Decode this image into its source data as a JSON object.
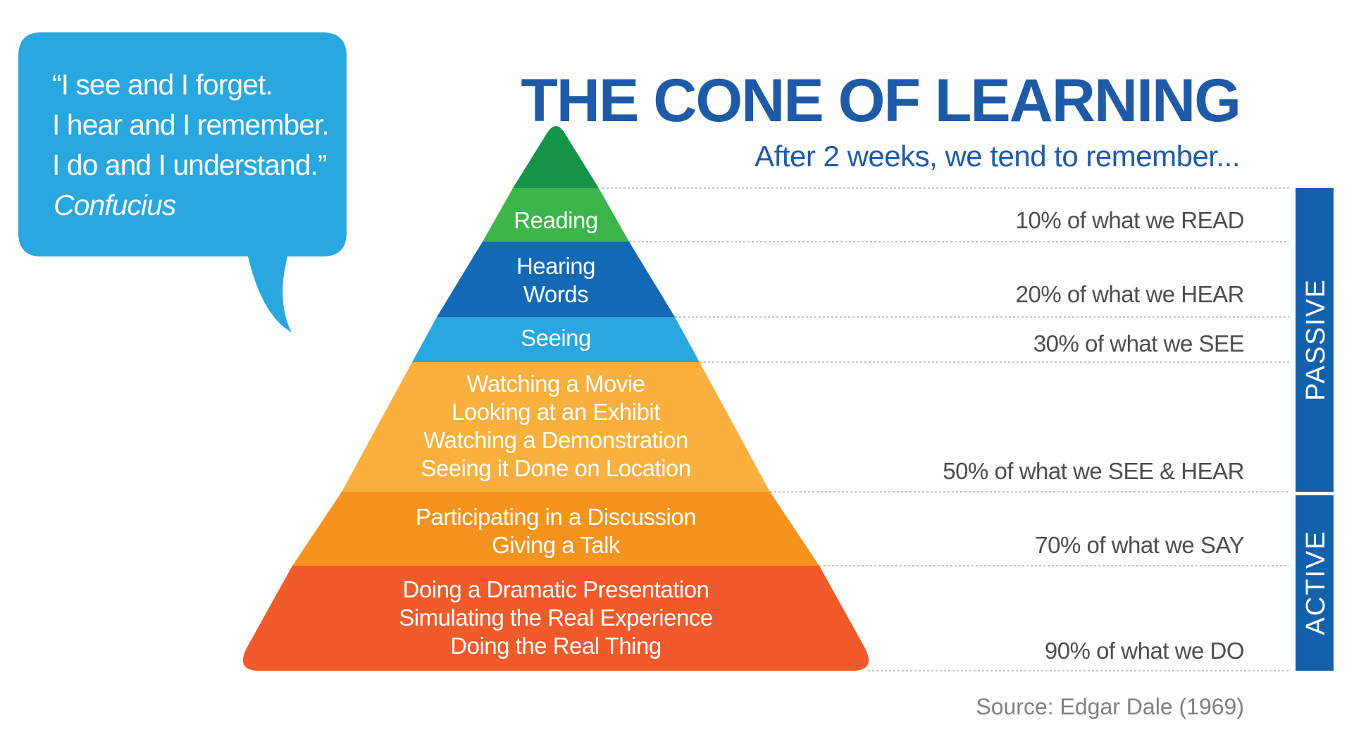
{
  "quote": {
    "lines": [
      "“I see and I forget.",
      "I hear and I remember.",
      "I do and I understand.”"
    ],
    "author": "Confucius",
    "bubble_color": "#29a7df"
  },
  "title": "THE CONE OF LEARNING",
  "subtitle": "After 2 weeks, we tend to remember...",
  "layers": [
    {
      "lines": [],
      "color": "#16944a",
      "percent_label": ""
    },
    {
      "lines": [
        "Reading"
      ],
      "color": "#3db54a",
      "percent_label": "10% of what we READ"
    },
    {
      "lines": [
        "Hearing",
        "Words"
      ],
      "color": "#1369b3",
      "percent_label": "20% of what we HEAR"
    },
    {
      "lines": [
        "Seeing"
      ],
      "color": "#29a7df",
      "percent_label": "30% of what we SEE"
    },
    {
      "lines": [
        "Watching a Movie",
        "Looking at an Exhibit",
        "Watching a Demonstration",
        "Seeing it Done on Location"
      ],
      "color": "#f9b03e",
      "percent_label": "50% of what we SEE & HEAR"
    },
    {
      "lines": [
        "Participating in a Discussion",
        "Giving a Talk"
      ],
      "color": "#f6931e",
      "percent_label": "70% of what we SAY"
    },
    {
      "lines": [
        "Doing a Dramatic Presentation",
        "Simulating the Real Experience",
        "Doing the Real Thing"
      ],
      "color": "#f15a29",
      "percent_label": "90% of what we DO"
    }
  ],
  "side_groups": [
    {
      "label": "PASSIVE",
      "color": "#1261ad"
    },
    {
      "label": "ACTIVE",
      "color": "#1261ad"
    }
  ],
  "source": "Source: Edgar Dale (1969)"
}
